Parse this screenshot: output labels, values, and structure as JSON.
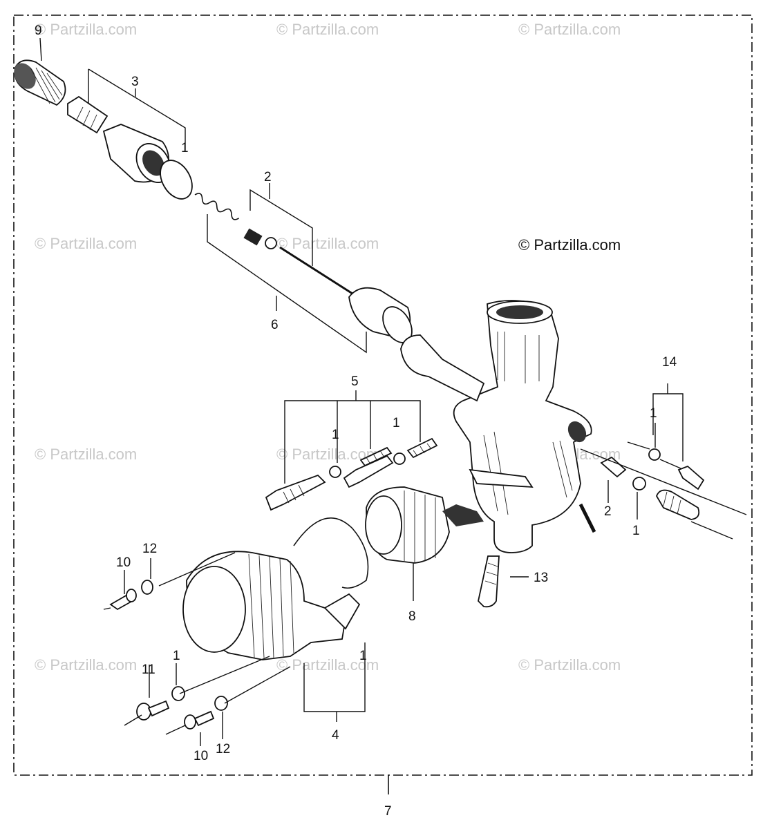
{
  "watermark": "© Partzilla.com",
  "copyright": "© Partzilla.com",
  "callouts": [
    {
      "id": "c9",
      "text": "9"
    },
    {
      "id": "c3",
      "text": "3"
    },
    {
      "id": "c1a",
      "text": "1"
    },
    {
      "id": "c2a",
      "text": "2"
    },
    {
      "id": "c6",
      "text": "6"
    },
    {
      "id": "c5",
      "text": "5"
    },
    {
      "id": "c1b",
      "text": "1"
    },
    {
      "id": "c1c",
      "text": "1"
    },
    {
      "id": "c14",
      "text": "14"
    },
    {
      "id": "c1d",
      "text": "1"
    },
    {
      "id": "c2b",
      "text": "2"
    },
    {
      "id": "c1e",
      "text": "1"
    },
    {
      "id": "c13",
      "text": "13"
    },
    {
      "id": "c8",
      "text": "8"
    },
    {
      "id": "c10a",
      "text": "10"
    },
    {
      "id": "c12a",
      "text": "12"
    },
    {
      "id": "c1f",
      "text": "1"
    },
    {
      "id": "c11",
      "text": "11"
    },
    {
      "id": "c1g",
      "text": "1"
    },
    {
      "id": "c4",
      "text": "4"
    },
    {
      "id": "c10b",
      "text": "10"
    },
    {
      "id": "c12b",
      "text": "12"
    },
    {
      "id": "c7",
      "text": "7"
    }
  ]
}
